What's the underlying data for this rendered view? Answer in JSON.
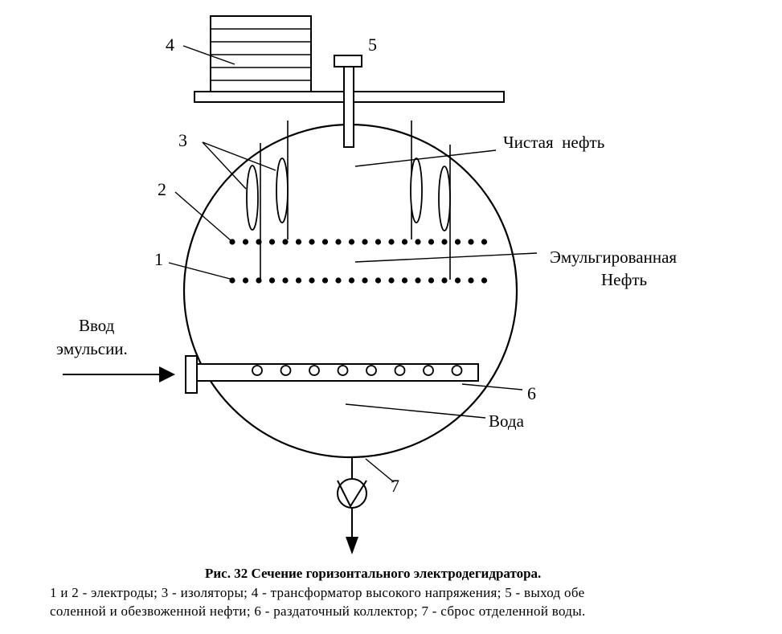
{
  "labels": {
    "clean_oil": "Чистая  нефть",
    "emulsified_line1": "Эмульгированная",
    "emulsified_line2": "Нефть",
    "inlet_line1": "Ввод",
    "inlet_line2": "эмульсии.",
    "water": "Вода"
  },
  "numbers": {
    "n1": "1",
    "n2": "2",
    "n3": "3",
    "n4": "4",
    "n5": "5",
    "n6": "6",
    "n7": "7"
  },
  "caption": {
    "title": "Рис. 32 Сечение горизонтального электродегидратора.",
    "line1": "1   и 2 - электроды; 3 - изоляторы; 4 - трансформатор высокого напряжения; 5 - выход обе",
    "line2": "соленной и обезвоженной нефти; 6 - раздаточный коллектор; 7 - сброс отделенной воды."
  }
}
